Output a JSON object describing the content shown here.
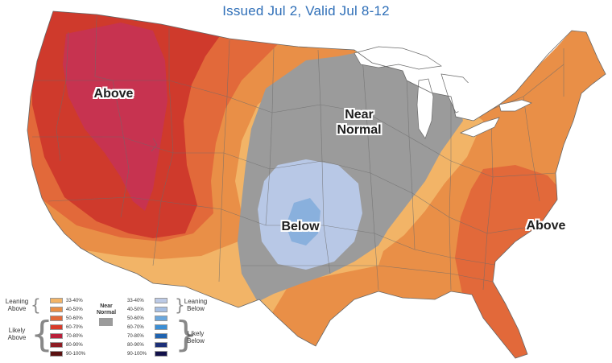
{
  "subtitle": "Issued Jul 2, Valid Jul 8-12",
  "map_labels": {
    "above_west": "Above",
    "near_normal_line1": "Near",
    "near_normal_line2": "Normal",
    "below": "Below",
    "above_east": "Above"
  },
  "colors": {
    "near_normal": "#9b9b9b",
    "above_33_40": "#f2b467",
    "above_40_50": "#e98f47",
    "above_50_60": "#e2693a",
    "above_60_70": "#cf3a2c",
    "above_70_80": "#c73350",
    "below_33_40": "#b8c8e6",
    "below_40_50": "#89b0dd",
    "water": "#ffffff",
    "state_lines": "#6b6b6b"
  },
  "legend": {
    "leaning_above": [
      "Leaning",
      "Above"
    ],
    "likely_above": [
      "Likely",
      "Above"
    ],
    "near_normal": [
      "Near",
      "Normal"
    ],
    "leaning_below": [
      "Leaning",
      "Below"
    ],
    "likely_below": [
      "Likely",
      "Below"
    ],
    "above_rows": [
      {
        "label": "33-40%",
        "color": "#f2b467"
      },
      {
        "label": "40-50%",
        "color": "#e98f47"
      },
      {
        "label": "50-60%",
        "color": "#e2693a"
      },
      {
        "label": "60-70%",
        "color": "#d83b2a"
      },
      {
        "label": "70-80%",
        "color": "#b9203a"
      },
      {
        "label": "80-90%",
        "color": "#8e1c23"
      },
      {
        "label": "90-100%",
        "color": "#5a1010"
      }
    ],
    "below_rows": [
      {
        "label": "33-40%",
        "color": "#bccae6"
      },
      {
        "label": "40-50%",
        "color": "#a6bfe3"
      },
      {
        "label": "50-60%",
        "color": "#6aa7dd"
      },
      {
        "label": "60-70%",
        "color": "#3b8fd6"
      },
      {
        "label": "70-80%",
        "color": "#1f63b0"
      },
      {
        "label": "80-90%",
        "color": "#1c2f78"
      },
      {
        "label": "90-100%",
        "color": "#12114a"
      }
    ]
  }
}
